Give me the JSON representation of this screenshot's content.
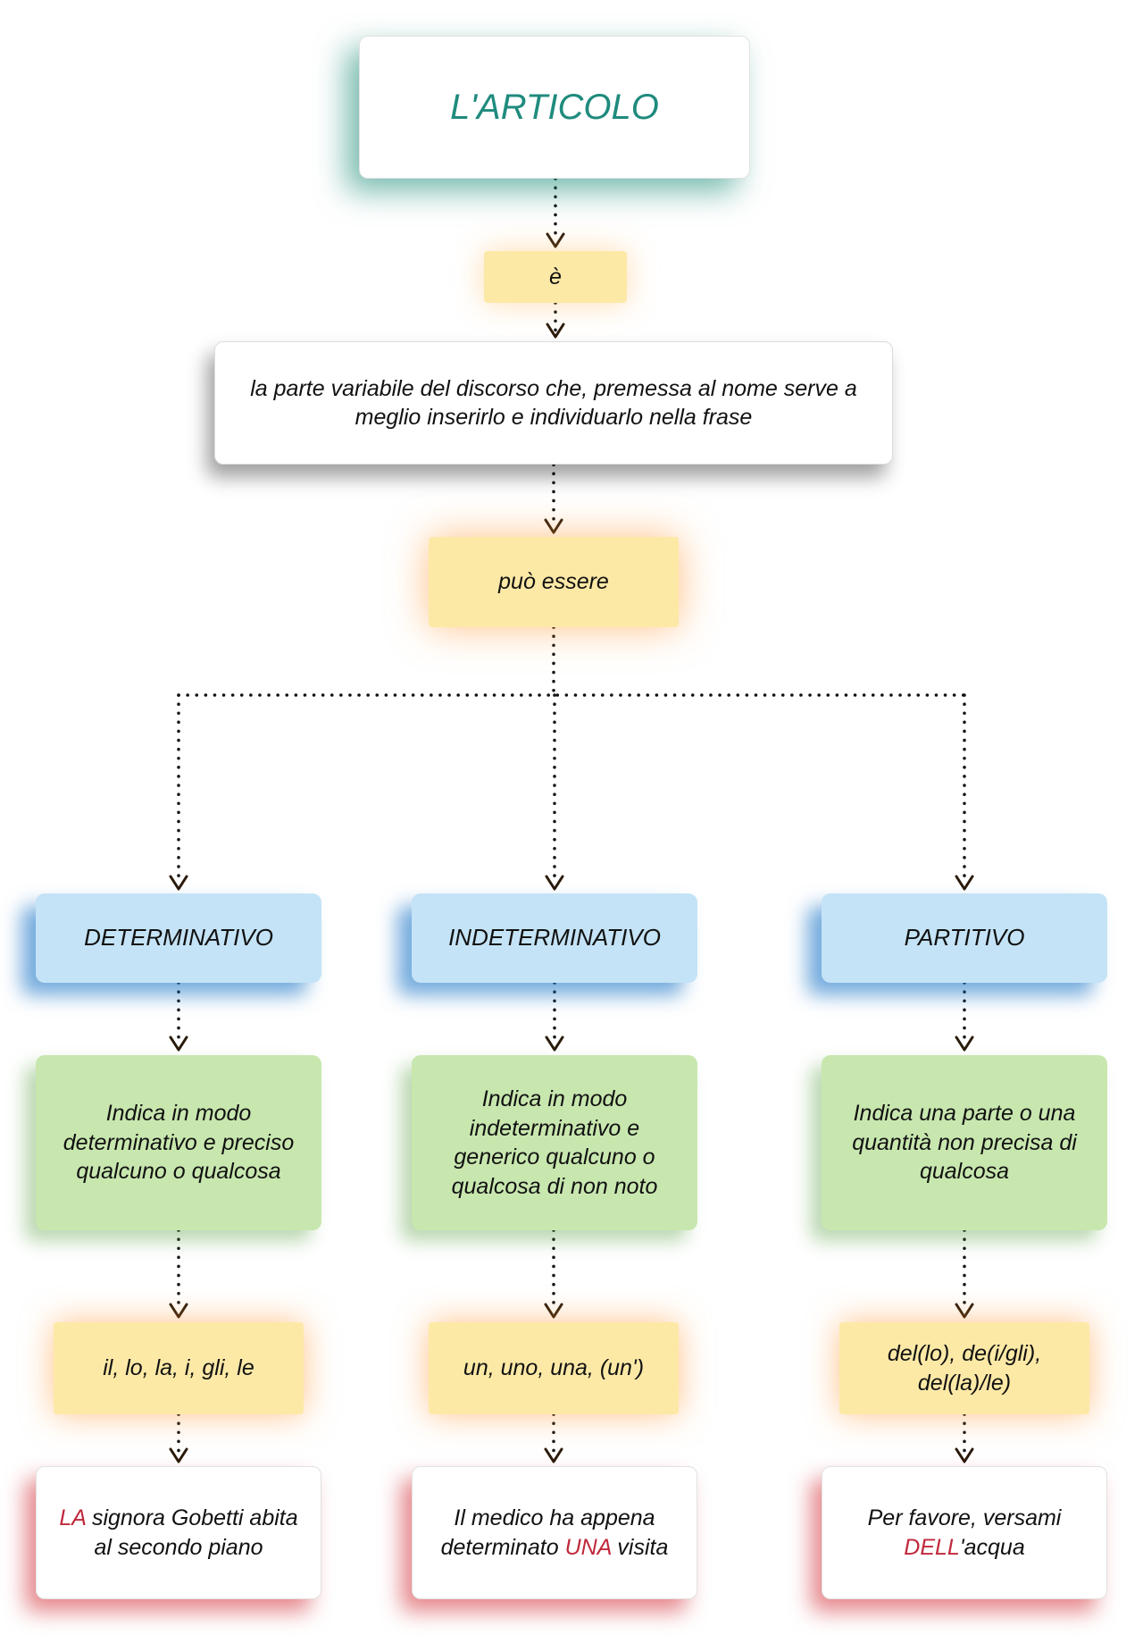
{
  "title": "L'ARTICOLO",
  "link_1": "è",
  "definition": {
    "line_1": "la parte variabile del discorso che, premessa al nome serve a",
    "line_2": "meglio inserirlo e individuarlo nella frase"
  },
  "link_2": "può essere",
  "columns": [
    {
      "type": "DETERMINATIVO",
      "description": [
        "Indica in modo",
        "determinativo e preciso",
        "qualcuno o qualcosa"
      ],
      "forms": [
        "il, lo, la, i, gli, le"
      ],
      "example": {
        "line_1_highlight": "LA",
        "line_1_rest": " signora Gobetti abita",
        "line_2_before": "al secondo piano",
        "line_2_highlight": "",
        "line_2_after": ""
      }
    },
    {
      "type": "INDETERMINATIVO",
      "description": [
        "Indica in modo",
        "indeterminativo e",
        "generico qualcuno o",
        "qualcosa di non noto"
      ],
      "forms": [
        "un, uno, una, (un')"
      ],
      "example": {
        "line_1_highlight": "",
        "line_1_rest": "Il medico ha appena",
        "line_2_before": "determinato ",
        "line_2_highlight": "UNA",
        "line_2_after": " visita"
      }
    },
    {
      "type": "PARTITIVO",
      "description": [
        "Indica una parte o una",
        "quantità non precisa di",
        "qualcosa"
      ],
      "forms": [
        "del(lo), de(i/gli),",
        "del(la)/le)"
      ],
      "example": {
        "line_1_highlight": "",
        "line_1_rest": "Per favore, versami",
        "line_2_before": "",
        "line_2_highlight": "DELL",
        "line_2_after": "'acqua"
      }
    }
  ]
}
